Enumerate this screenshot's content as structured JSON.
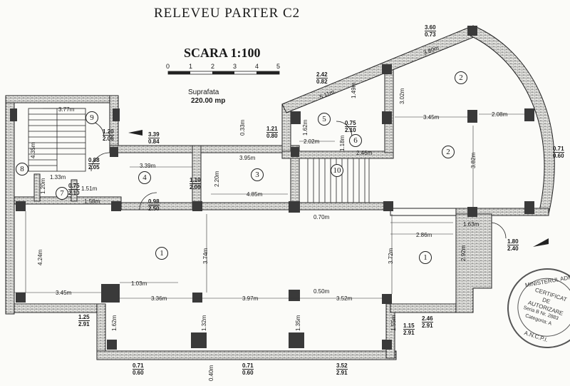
{
  "title": "RELEVEU PARTER C2",
  "scale": {
    "label": "SCARA 1:100",
    "ticks": [
      "0",
      "1",
      "2",
      "3",
      "4",
      "5"
    ]
  },
  "surface": {
    "label": "Suprafata",
    "value": "220.00 mp"
  },
  "rooms": [
    "1",
    "1",
    "2",
    "2",
    "3",
    "4",
    "5",
    "6",
    "7",
    "8",
    "9",
    "10"
  ],
  "dimensions": {
    "d_377": "3.77m",
    "d_435": "4.35m",
    "d_133": "1.33m",
    "d_120": "1.20m",
    "d_151": "1.51m",
    "d_158": "1.58m",
    "d_339": "3.39m",
    "d_033": "0.33m",
    "d_395": "3.95m",
    "d_220": "2.20m",
    "d_485": "4.85m",
    "d_511": "5.11m",
    "d_149": "1.49m",
    "d_162": "1.62m",
    "d_202": "2.02m",
    "d_118": "1.18m",
    "d_246": "2.46m",
    "d_380": "3.80m",
    "d_302": "3.02m",
    "d_345": "3.45m",
    "d_208": "2.08m",
    "d_382": "3.82m",
    "d_070": "0.70m",
    "d_286": "2.86m",
    "d_163": "1.63m",
    "d_292": "2.92m",
    "d_424": "4.24m",
    "d_374": "3.74m",
    "d_372": "3.72m",
    "d_103": "1.03m",
    "d_345b": "3.45m",
    "d_336": "3.36m",
    "d_397": "3.97m",
    "d_050": "0.50m",
    "d_352": "3.52m",
    "d_162b": "1.62m",
    "d_132": "1.32m",
    "d_135": "1.35m",
    "d_155": "1.55m",
    "d_040": "0.40m"
  },
  "openings": {
    "o1": [
      "1.20",
      "2.06"
    ],
    "o2": [
      "3.39",
      "0.84"
    ],
    "o3": [
      "1.21",
      "0.80"
    ],
    "o4": [
      "2.42",
      "0.82"
    ],
    "o5": [
      "3.60",
      "0.73"
    ],
    "o6": [
      "0.75",
      "2.10"
    ],
    "o7": [
      "0.88",
      "2.05"
    ],
    "o8": [
      "1.10",
      "2.00"
    ],
    "o9": [
      "0.75",
      "2.10"
    ],
    "o10": [
      "0.98",
      "2.50"
    ],
    "o11": [
      "0.71",
      "0.60"
    ],
    "o12": [
      "1.80",
      "2.40"
    ],
    "o13": [
      "1.25",
      "2.91"
    ],
    "o14": [
      "1.15",
      "2.91"
    ],
    "o15": [
      "2.46",
      "2.91"
    ],
    "o16": [
      "0.71",
      "0.60"
    ],
    "o17": [
      "0.71",
      "0.60"
    ],
    "o18": [
      "3.52",
      "2.91"
    ]
  },
  "stamp": {
    "ring": "MINISTERUL ADMINISTRATIEI",
    "l1": "CERTIFICAT",
    "l2": "DE",
    "l3": "AUTORIZARE",
    "l4": "Seria B Nr. 2883",
    "l5": "Categoria: A",
    "bottom": "A.N.C.P.I."
  },
  "colors": {
    "ink": "#1a1a1a",
    "wall": "#2b2b2b",
    "paper": "#fbfbf8"
  }
}
